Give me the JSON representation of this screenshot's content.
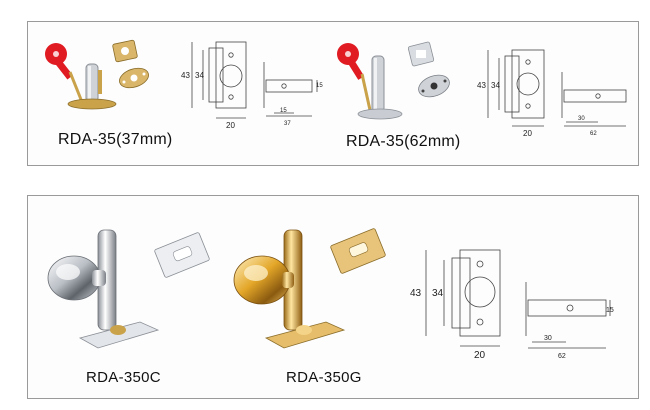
{
  "products_top": [
    {
      "label": "RDA-35(37mm)",
      "drawing_front": {
        "height_outer": "43",
        "height_inner": "34",
        "width": "20"
      },
      "drawing_side": {
        "height": "15",
        "width_inner": "15",
        "width_outer": "37"
      }
    },
    {
      "label": "RDA-35(62mm)",
      "drawing_front": {
        "height_outer": "43",
        "height_inner": "34",
        "width": "20"
      },
      "drawing_side": {
        "width_inner": "30",
        "width_outer": "62"
      }
    }
  ],
  "products_bottom": [
    {
      "label": "RDA-350C"
    },
    {
      "label": "RDA-350G"
    }
  ],
  "drawing_bottom": {
    "front": {
      "height_outer": "43",
      "height_inner": "34",
      "width": "20"
    },
    "side": {
      "height": "15",
      "width_inner": "30",
      "width_outer": "62"
    }
  },
  "colors": {
    "key_red": "#e01b22",
    "chrome": "#c9cdd3",
    "brass": "#c9a24a",
    "gold": "#e3a628",
    "line": "#444444"
  }
}
